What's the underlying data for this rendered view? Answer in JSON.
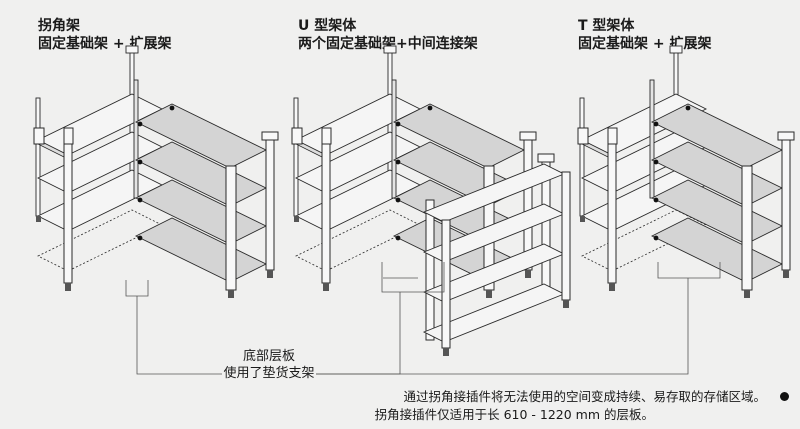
{
  "configs": [
    {
      "name": "拐角架",
      "desc": "固定基础架 + 扩展架"
    },
    {
      "name": "U 型架体",
      "desc": "两个固定基础架+中间连接架"
    },
    {
      "name": "T 型架体",
      "desc": "固定基础架 + 扩展架"
    }
  ],
  "callout": {
    "line1": "底部层板",
    "line2": "使用了垫货支架"
  },
  "notes": [
    "通过拐角接插件将无法使用的空间变成持续、易存取的存储区域。",
    "拐角接插件仅适用于长 610 - 1220 mm 的层板。"
  ],
  "colors": {
    "background": "#f0f0ef",
    "shelf_light": "#f5f5f5",
    "shelf_dark": "#d4d4d4",
    "line": "#2a2a2a"
  }
}
